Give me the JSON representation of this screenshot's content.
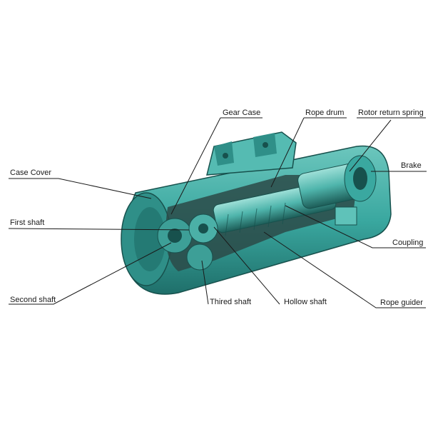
{
  "labels": {
    "gear_case": "Gear Case",
    "rope_drum": "Rope drum",
    "rotor_return_spring": "Rotor return spring",
    "case_cover": "Case Cover",
    "brake": "Brake",
    "first_shaft": "First shaft",
    "coupling": "Coupling",
    "second_shaft": "Second shaft",
    "thired_shaft": "Thired shaft",
    "hollow_shaft": "Hollow shaft",
    "rope_guider": "Rope guider"
  },
  "colors": {
    "body": "#3aa8a0",
    "body_dark": "#1f6f6a",
    "body_light": "#7fd0c8",
    "interior": "#2b4a48",
    "leader_line": "#1a1a1a"
  }
}
